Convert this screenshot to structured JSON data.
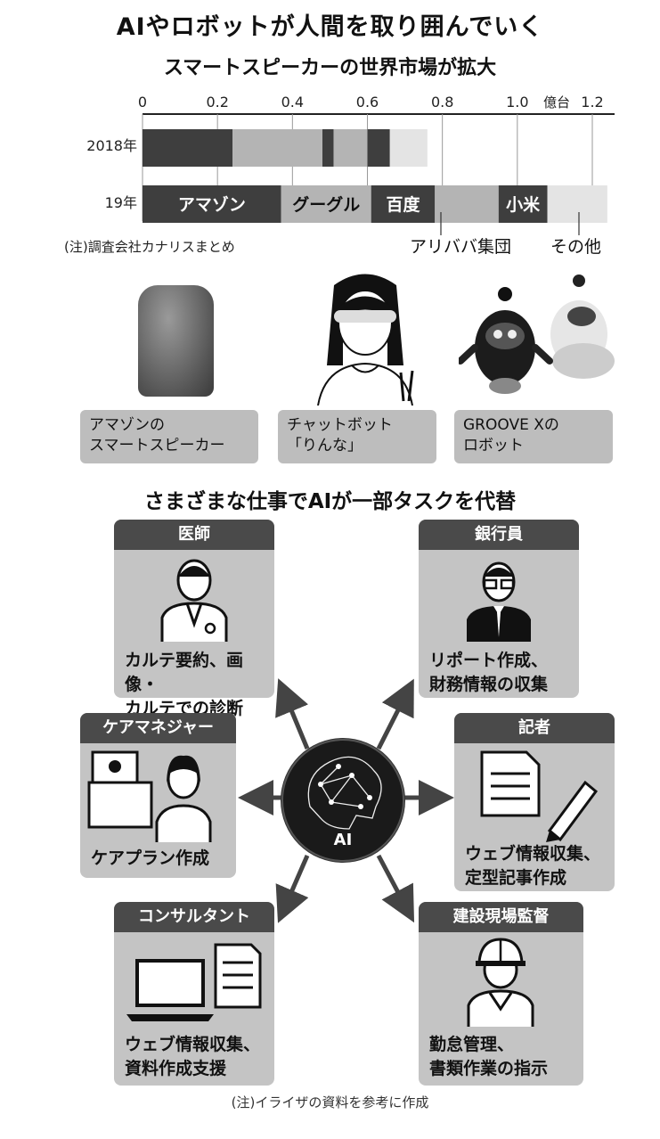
{
  "title": "AIやロボットが人間を取り囲んでいく",
  "chart_data": {
    "type": "bar",
    "stacked": true,
    "orientation": "horizontal",
    "title": "スマートスピーカーの世界市場が拡大",
    "unit_label": "億台",
    "xlim": [
      0,
      1.2
    ],
    "ticks": [
      "0",
      "0.2",
      "0.4",
      "0.6",
      "0.8",
      "1.0",
      "1.2"
    ],
    "categories": [
      "2018年",
      "19年"
    ],
    "series": [
      {
        "name": "アマゾン",
        "values": [
          0.24,
          0.37
        ],
        "color": "#3e3e3e"
      },
      {
        "name": "グーグル",
        "values": [
          0.24,
          0.24
        ],
        "color": "#b4b4b4"
      },
      {
        "name": "百度",
        "values": [
          0.03,
          0.17
        ],
        "color": "#3e3e3e"
      },
      {
        "name": "アリババ集団",
        "values": [
          0.09,
          0.17
        ],
        "color": "#b4b4b4"
      },
      {
        "name": "小米",
        "values": [
          0.06,
          0.13
        ],
        "color": "#3e3e3e"
      },
      {
        "name": "その他",
        "values": [
          0.1,
          0.16
        ],
        "color": "#e4e4e4"
      }
    ],
    "note": "(注)調査会社カナリスまとめ",
    "outside_labels": {
      "alibaba": "アリババ集団",
      "other": "その他"
    }
  },
  "products": [
    {
      "caption": [
        "アマゾンの",
        "スマートスピーカー"
      ]
    },
    {
      "caption": [
        "チャットボット",
        "「りんな」"
      ]
    },
    {
      "caption": [
        "GROOVE Xの",
        "ロボット"
      ]
    }
  ],
  "section2_title": "さまざまな仕事でAIが一部タスクを代替",
  "ai_label": "AI",
  "jobs": {
    "doctor": {
      "title": "医師",
      "desc": [
        "カルテ要約、画像・",
        "カルテでの診断"
      ]
    },
    "banker": {
      "title": "銀行員",
      "desc": [
        "リポート作成、",
        "財務情報の収集"
      ]
    },
    "care": {
      "title": "ケアマネジャー",
      "desc": [
        "ケアプラン作成"
      ]
    },
    "reporter": {
      "title": "記者",
      "desc": [
        "ウェブ情報収集、",
        "定型記事作成"
      ]
    },
    "consultant": {
      "title": "コンサルタント",
      "desc": [
        "ウェブ情報収集、",
        "資料作成支援"
      ]
    },
    "construction": {
      "title": "建設現場監督",
      "desc": [
        "勤怠管理、",
        "書類作業の指示"
      ]
    }
  },
  "footnote": "(注)イライザの資料を参考に作成",
  "colors": {
    "dark": "#3e3e3e",
    "mid": "#b4b4b4",
    "light": "#e4e4e4",
    "card": "#c4c4c4",
    "header": "#4a4a4a"
  }
}
